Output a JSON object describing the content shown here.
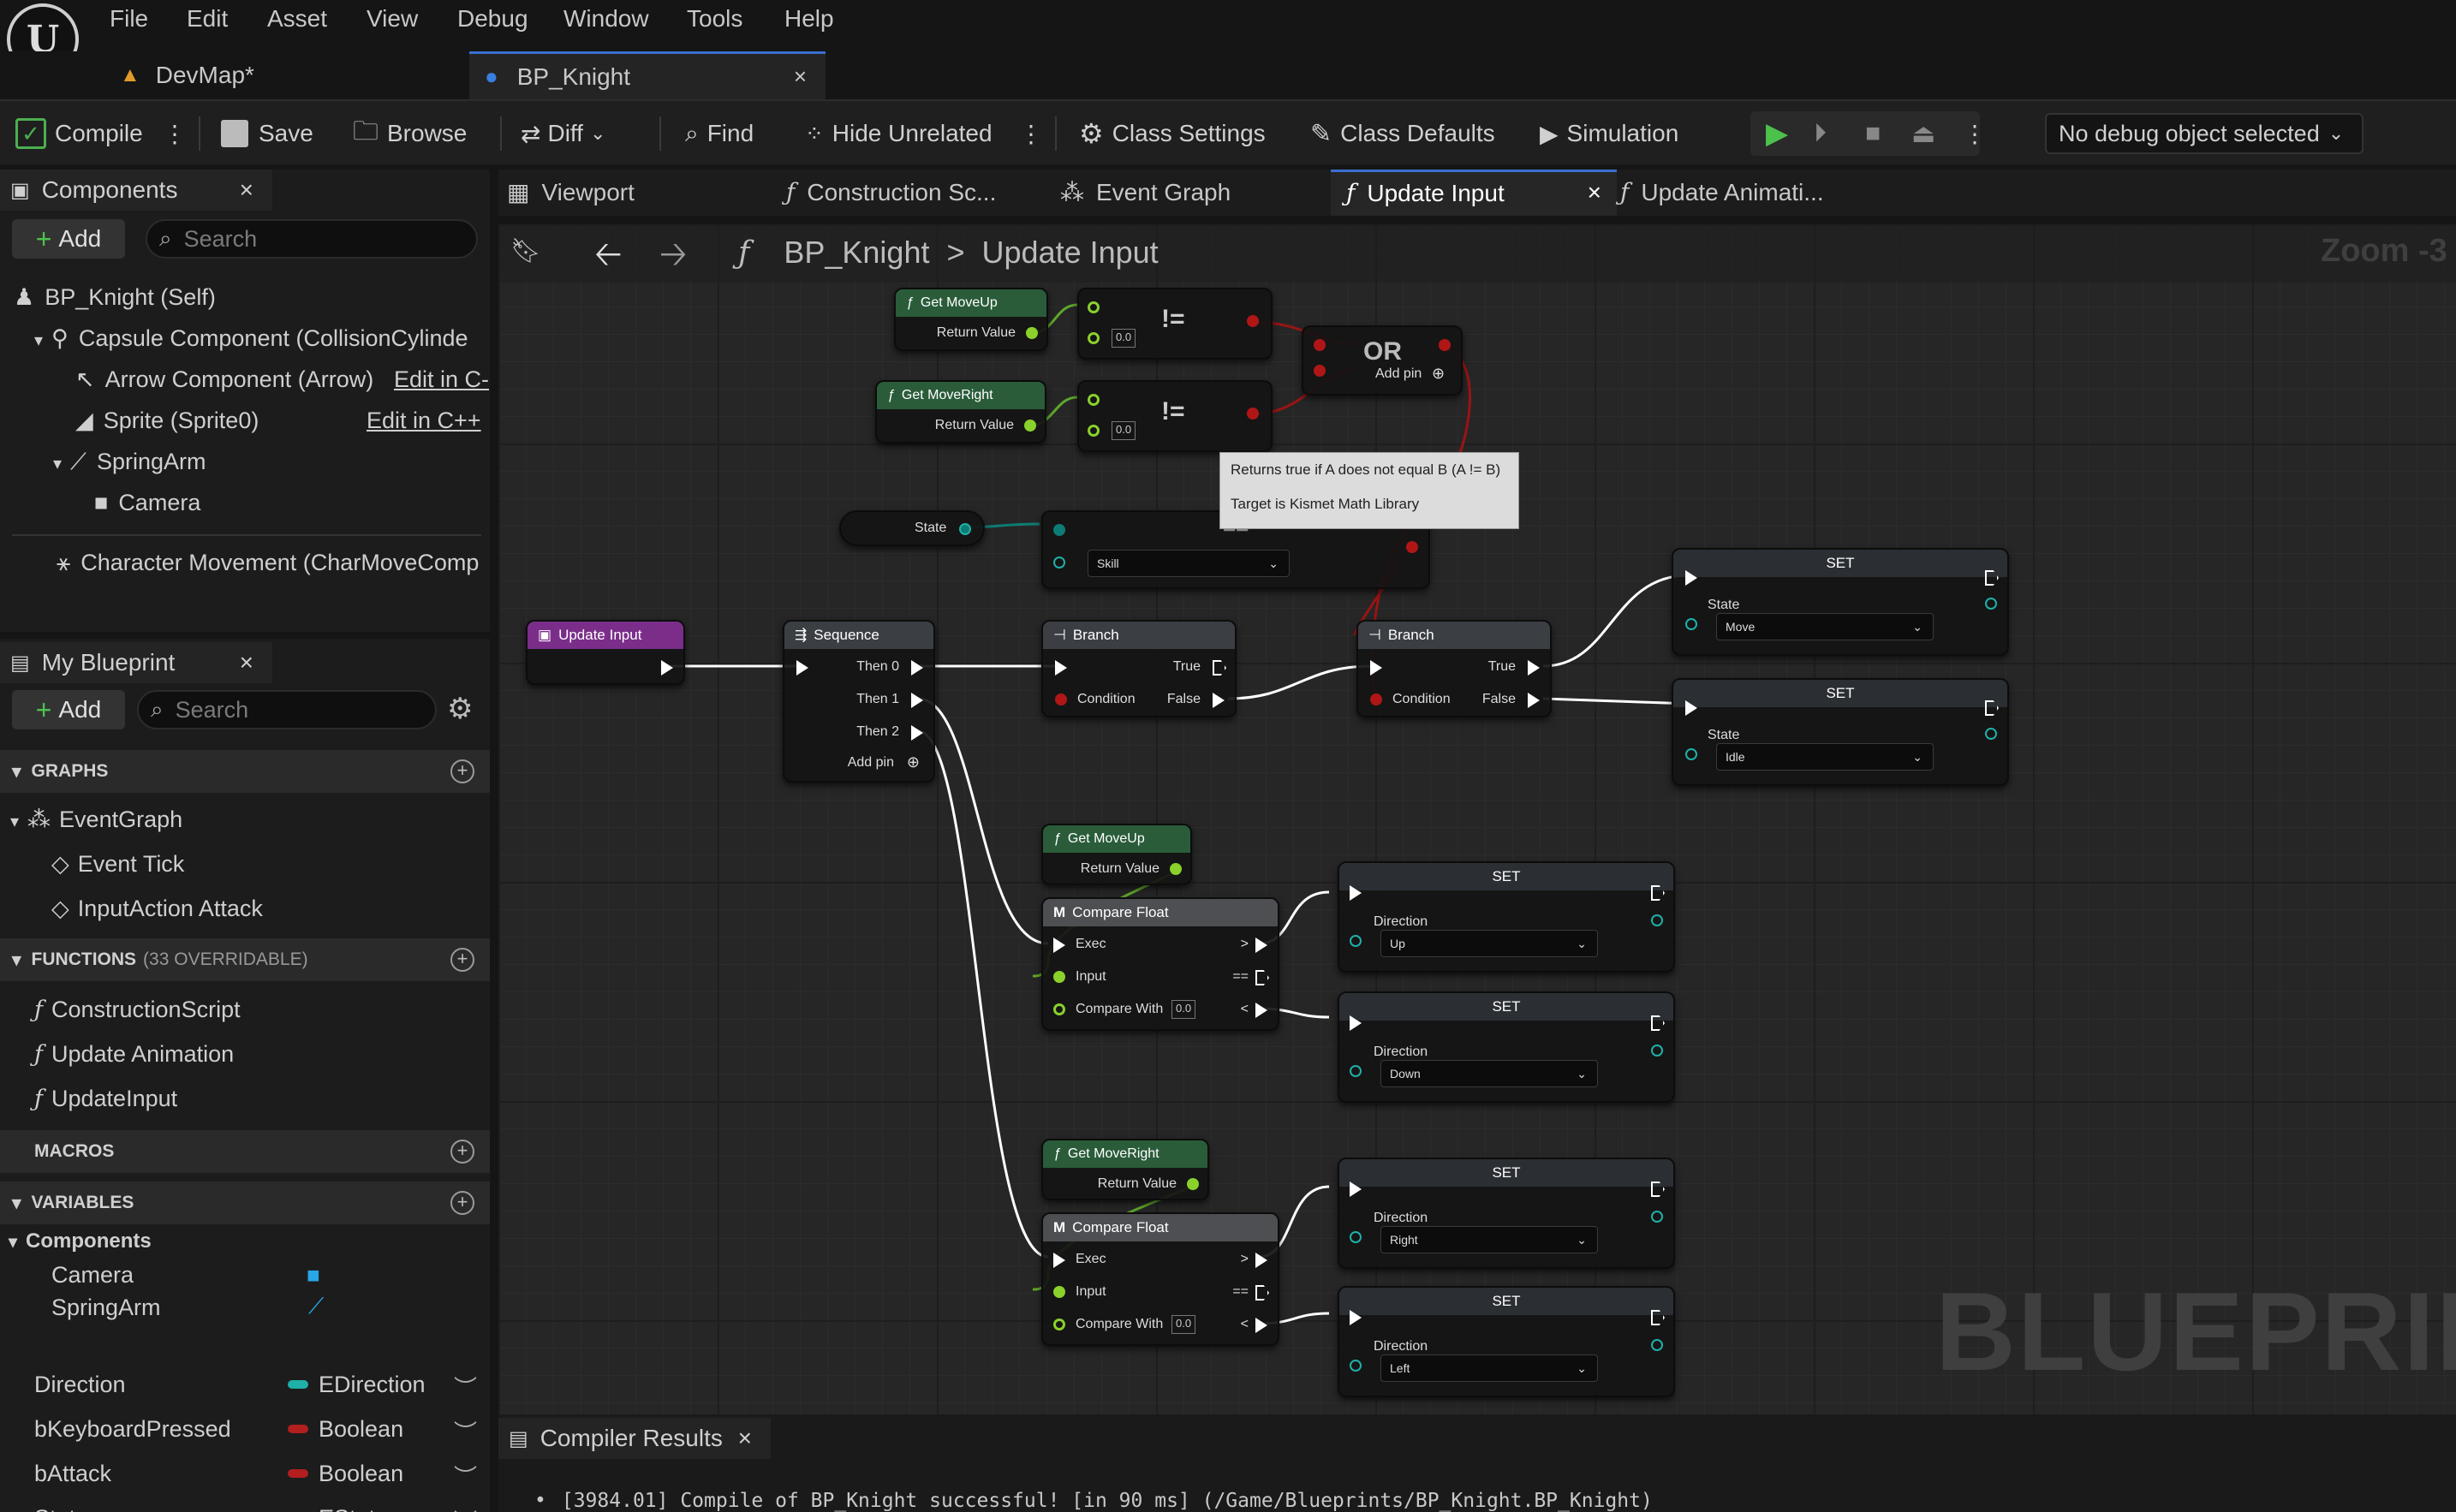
{
  "menu": [
    "File",
    "Edit",
    "Asset",
    "View",
    "Debug",
    "Window",
    "Tools",
    "Help"
  ],
  "doc_tabs": [
    {
      "label": "DevMap*"
    },
    {
      "label": "BP_Knight",
      "close": "×"
    }
  ],
  "toolbar": {
    "compile": "Compile",
    "save": "Save",
    "browse": "Browse",
    "diff": "Diff",
    "find": "Find",
    "hide_unrelated": "Hide Unrelated",
    "class_settings": "Class Settings",
    "class_defaults": "Class Defaults",
    "simulation": "Simulation",
    "debug_object": "No debug object selected"
  },
  "components_panel": {
    "title": "Components",
    "close": "×",
    "add": "Add",
    "search_placeholder": "Search",
    "items": [
      "BP_Knight (Self)",
      "Capsule Component (CollisionCylinde",
      "Arrow Component (Arrow)",
      "Sprite (Sprite0)",
      "SpringArm",
      "Camera",
      "Character Movement (CharMoveComp"
    ],
    "edit_cpp_1": "Edit in C-",
    "edit_cpp_2": "Edit in C++"
  },
  "my_blueprint": {
    "title": "My Blueprint",
    "close": "×",
    "add": "Add",
    "search_placeholder": "Search",
    "graphs_header": "GRAPHS",
    "graphs": [
      "EventGraph",
      "Event Tick",
      "InputAction Attack"
    ],
    "functions_header": "FUNCTIONS",
    "functions_sub": "(33 OVERRIDABLE)",
    "functions": [
      "ConstructionScript",
      "Update Animation",
      "UpdateInput"
    ],
    "macros_header": "MACROS",
    "variables_header": "VARIABLES",
    "components_group": "Components",
    "component_vars": [
      "Camera",
      "SpringArm"
    ],
    "variables": [
      {
        "name": "Direction",
        "type": "EDirection",
        "color": "#1fb0a8"
      },
      {
        "name": "bKeyboardPressed",
        "type": "Boolean",
        "color": "#b31e1e"
      },
      {
        "name": "bAttack",
        "type": "Boolean",
        "color": "#b31e1e"
      },
      {
        "name": "State",
        "type": "EState",
        "color": "#1fb0a8"
      }
    ]
  },
  "graph_tabs": [
    "Viewport",
    "Construction Sc...",
    "Event Graph",
    "Update Input",
    "Update Animati..."
  ],
  "graph_tab_close": "×",
  "breadcrumb": {
    "root": "BP_Knight",
    "sep": ">",
    "current": "Update Input"
  },
  "zoom": "Zoom -3",
  "watermark": "BLUEPRINT",
  "tooltip": [
    "Returns true if A does not equal B (A != B)",
    "Target is Kismet Math Library"
  ],
  "nodes": {
    "get_moveup": "Get MoveUp",
    "get_moveright": "Get MoveRight",
    "return_value": "Return Value",
    "not_equal": "!=",
    "or": "OR",
    "add_pin": "Add pin",
    "state": "State",
    "skill": "Skill",
    "eq": "==",
    "zero": "0.0",
    "update_input": "Update Input",
    "sequence": "Sequence",
    "then0": "Then 0",
    "then1": "Then 1",
    "then2": "Then 2",
    "branch": "Branch",
    "true": "True",
    "false": "False",
    "condition": "Condition",
    "set": "SET",
    "state_label": "State",
    "move": "Move",
    "idle": "Idle",
    "compare_float": "Compare Float",
    "exec": "Exec",
    "input": "Input",
    "compare_with": "Compare With",
    "gt": ">",
    "eqeq": "==",
    "lt": "<",
    "direction": "Direction",
    "up": "Up",
    "down": "Down",
    "right": "Right",
    "left": "Left"
  },
  "compiler": {
    "title": "Compiler Results",
    "close": "×",
    "message": "[3984.01] Compile of BP_Knight successful! [in 90 ms] (/Game/Blueprints/BP_Knight.BP_Knight)"
  },
  "colors": {
    "exec": "#ffffff",
    "float": "#8ad12c",
    "bool": "#b01616",
    "enum": "#0d7c74",
    "function_header": "#2a5c3a",
    "event_header": "#6b2a7a",
    "set_header": "#2b2f33"
  }
}
